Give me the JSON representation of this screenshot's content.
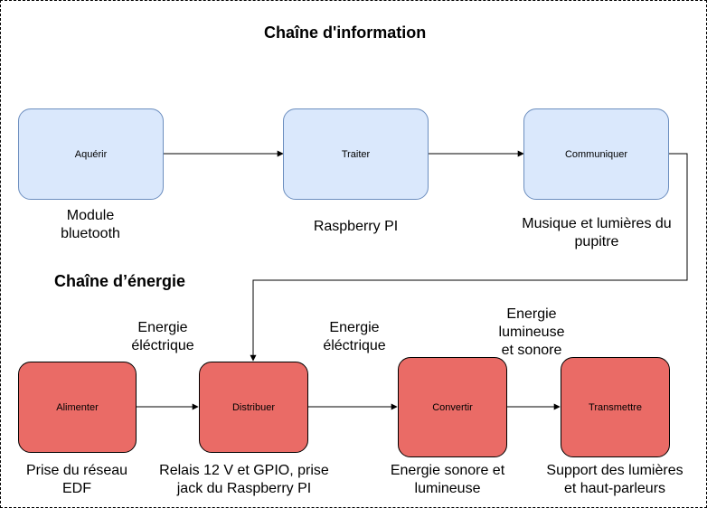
{
  "titles": {
    "information": "Chaîne d'information",
    "energie": "Chaîne d’énergie"
  },
  "info_chain": [
    {
      "label": "Aquérir",
      "caption_lines": [
        "Module",
        "bluetooth"
      ]
    },
    {
      "label": "Traiter",
      "caption_lines": [
        "Raspberry PI"
      ]
    },
    {
      "label": "Communiquer",
      "caption_lines": [
        "Musique et lumières du",
        "pupitre"
      ]
    }
  ],
  "energy_chain": [
    {
      "label": "Alimenter",
      "caption_lines": [
        "Prise du réseau",
        "EDF"
      ]
    },
    {
      "label": "Distribuer",
      "caption_lines": [
        "Relais 12 V et GPIO, prise",
        "jack du Raspberry PI"
      ]
    },
    {
      "label": "Convertir",
      "caption_lines": [
        "Energie sonore et",
        "lumineuse"
      ]
    },
    {
      "label": "Transmettre",
      "caption_lines": [
        "Support des lumières",
        "et haut-parleurs"
      ]
    }
  ],
  "flow_labels": [
    [
      "Energie",
      "éléctrique"
    ],
    [
      "Energie",
      "éléctrique"
    ],
    [
      "Energie",
      "lumineuse",
      "et sonore"
    ]
  ],
  "colors": {
    "info_fill": "#dae8fc",
    "info_stroke": "#6c8ebf",
    "energy_fill": "#ea6b66",
    "energy_stroke": "#000000"
  }
}
